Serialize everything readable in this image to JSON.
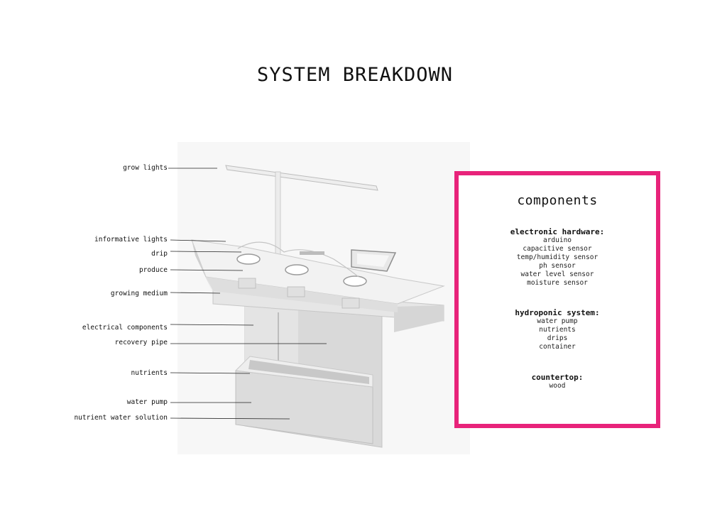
{
  "title": "SYSTEM BREAKDOWN",
  "labels": [
    "grow lights",
    "informative lights",
    "drip",
    "produce",
    "growing medium",
    "electrical components",
    "recovery pipe",
    "nutrients",
    "water pump",
    "nutrient water solution"
  ],
  "panel": {
    "title": "components",
    "border_color": "#e8237a",
    "groups": [
      {
        "heading": "electronic hardware:",
        "items": [
          "arduino",
          "capacitive sensor",
          "temp/humidity sensor",
          "ph sensor",
          "water level sensor",
          "moisture sensor"
        ]
      },
      {
        "heading": "hydroponic system:",
        "items": [
          "water pump",
          "nutrients",
          "drips",
          "container"
        ]
      },
      {
        "heading": "countertop:",
        "items": [
          "wood"
        ]
      }
    ]
  }
}
